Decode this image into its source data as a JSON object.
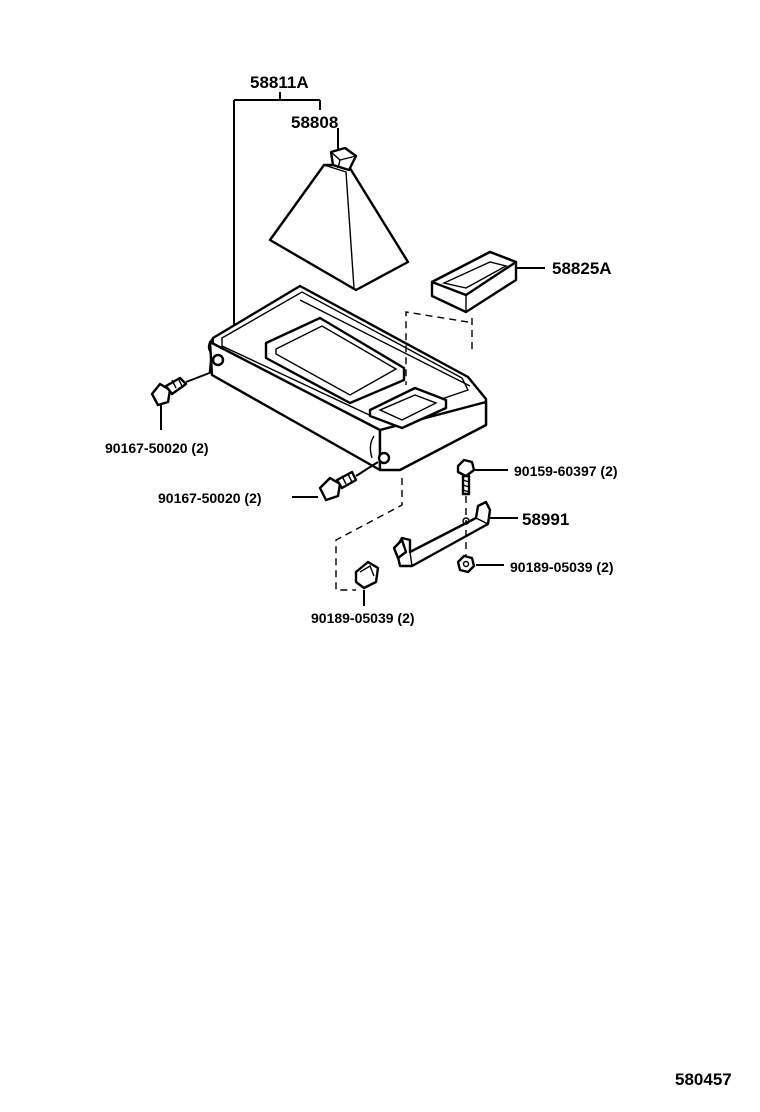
{
  "diagram_id": "580457",
  "parts": {
    "console_assy": "58811A",
    "shift_boot": "58808",
    "tray_insert": "58825A",
    "bracket": "58991",
    "screw_upper_left": "90167-50020 (2)",
    "screw_lower_left": "90167-50020 (2)",
    "bolt_right": "90159-60397 (2)",
    "nut_right": "90189-05039 (2)",
    "nut_bottom": "90189-05039 (2)"
  },
  "icons": [
    "shift-boot-icon",
    "console-box-icon",
    "tray-insert-icon",
    "bracket-icon",
    "screw-icon",
    "bolt-icon",
    "nut-icon",
    "clip-nut-icon"
  ]
}
